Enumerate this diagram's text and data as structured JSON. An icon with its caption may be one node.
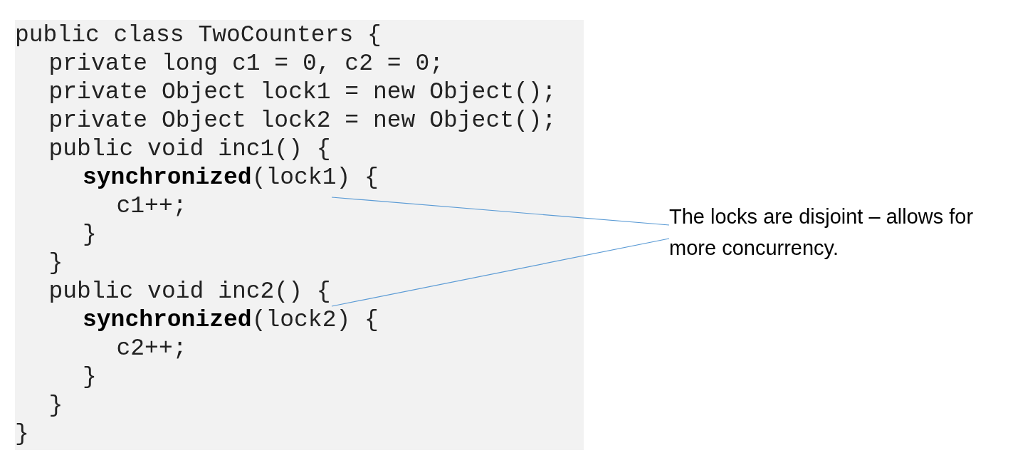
{
  "diagram": {
    "nodes": [
      {
        "text": [
          "public class TwoCounters {",
          "private long c1 = 0, c2 = 0;",
          "private Object lock1 = new Object();",
          "private Object lock2 = new Object();",
          "public void inc1() {",
          "**synchronized**(lock1) {",
          "c1++;",
          "}",
          "}",
          "public void inc2() {",
          "**synchronized**(lock2) {",
          "c2++;",
          "}",
          "}",
          "}"
        ]
      },
      {
        "text": [
          "The locks are disjoint – allows for more concurrency."
        ]
      }
    ],
    "edges": [
      {
        "from": 1,
        "to": 0,
        "arrow": "none",
        "color": "#5b9bd5"
      },
      {
        "from": 1,
        "to": 0,
        "arrow": "none",
        "color": "#5b9bd5"
      }
    ]
  }
}
